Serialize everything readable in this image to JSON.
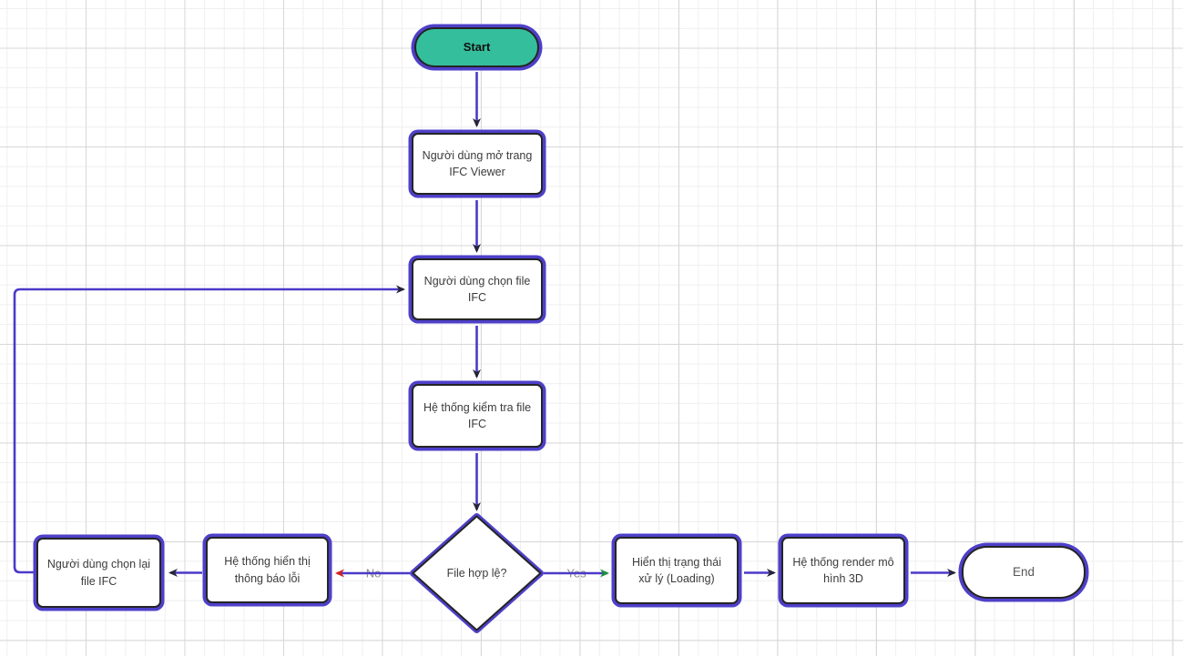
{
  "diagram": {
    "kind": "flowchart",
    "language": "Vietnamese",
    "background": "grid"
  },
  "palette": {
    "node_ring": "#4E40C9",
    "node_inner_stroke": "#242424",
    "node_fill": "#ffffff",
    "start_fill": "#35BE9C",
    "edge_line": "#4A3AC9",
    "arrowhead_default": "#26263A",
    "arrowhead_no": "#D32020",
    "arrowhead_yes": "#1E8E3E",
    "edge_label_color": "#8a8a8a",
    "node_text_color": "#3b3b3b",
    "grid_minor": "#efefef",
    "grid_major": "#d8d8d8",
    "canvas_bg": "#ffffff"
  },
  "nodes": {
    "start": {
      "label": "Start",
      "shape": "terminator"
    },
    "open_viewer": {
      "label": "Người dùng mở trang IFC Viewer",
      "shape": "process"
    },
    "choose_file": {
      "label": "Người dùng chọn file IFC",
      "shape": "process"
    },
    "check_file": {
      "label": "Hệ thống kiểm tra file IFC",
      "shape": "process"
    },
    "valid_file": {
      "label": "File hợp lệ?",
      "shape": "decision"
    },
    "show_error": {
      "label": "Hệ thống hiển thị thông báo lỗi",
      "shape": "process"
    },
    "rechoose_file": {
      "label": "Người dùng chọn lại file IFC",
      "shape": "process"
    },
    "show_loading": {
      "label": "Hiển thị trạng thái xử lý (Loading)",
      "shape": "process"
    },
    "render_model": {
      "label": "Hệ thống render mô hình 3D",
      "shape": "process"
    },
    "end": {
      "label": "End",
      "shape": "terminator"
    }
  },
  "edges": {
    "list": [
      {
        "from": "start",
        "to": "open_viewer",
        "label": ""
      },
      {
        "from": "open_viewer",
        "to": "choose_file",
        "label": ""
      },
      {
        "from": "choose_file",
        "to": "check_file",
        "label": ""
      },
      {
        "from": "check_file",
        "to": "valid_file",
        "label": ""
      },
      {
        "from": "valid_file",
        "to": "show_error",
        "label": "No",
        "arrowhead": "#D32020"
      },
      {
        "from": "show_error",
        "to": "rechoose_file",
        "label": ""
      },
      {
        "from": "rechoose_file",
        "to": "choose_file",
        "label": ""
      },
      {
        "from": "valid_file",
        "to": "show_loading",
        "label": "Yes",
        "arrowhead": "#1E8E3E"
      },
      {
        "from": "show_loading",
        "to": "render_model",
        "label": ""
      },
      {
        "from": "render_model",
        "to": "end",
        "label": ""
      }
    ]
  }
}
